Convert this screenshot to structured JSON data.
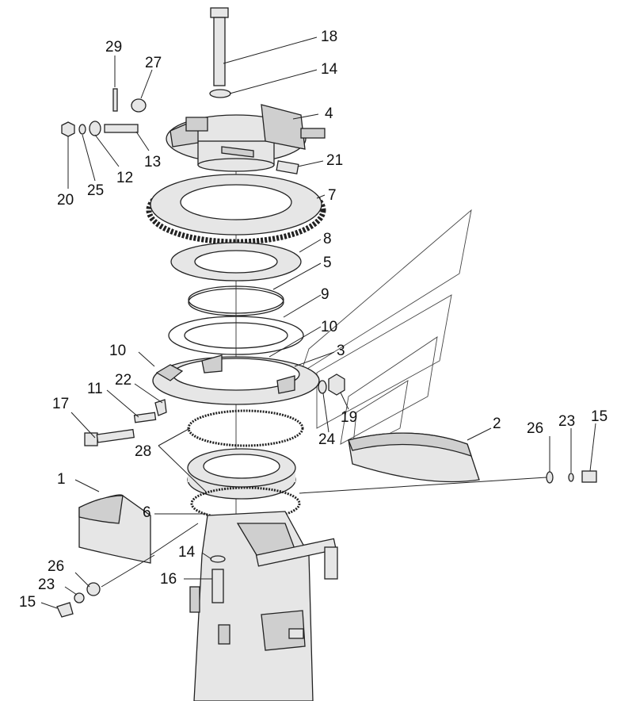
{
  "diagram": {
    "callouts": [
      {
        "label": "18"
      },
      {
        "label": "14"
      },
      {
        "label": "4"
      },
      {
        "label": "29"
      },
      {
        "label": "27"
      },
      {
        "label": "21"
      },
      {
        "label": "13"
      },
      {
        "label": "12"
      },
      {
        "label": "20"
      },
      {
        "label": "25"
      },
      {
        "label": "7"
      },
      {
        "label": "8"
      },
      {
        "label": "5"
      },
      {
        "label": "9"
      },
      {
        "label": "10"
      },
      {
        "label": "10"
      },
      {
        "label": "3"
      },
      {
        "label": "22"
      },
      {
        "label": "11"
      },
      {
        "label": "17"
      },
      {
        "label": "19"
      },
      {
        "label": "24"
      },
      {
        "label": "28"
      },
      {
        "label": "2"
      },
      {
        "label": "26"
      },
      {
        "label": "23"
      },
      {
        "label": "15"
      },
      {
        "label": "1"
      },
      {
        "label": "6"
      },
      {
        "label": "14"
      },
      {
        "label": "16"
      },
      {
        "label": "26"
      },
      {
        "label": "23"
      },
      {
        "label": "15"
      }
    ]
  }
}
